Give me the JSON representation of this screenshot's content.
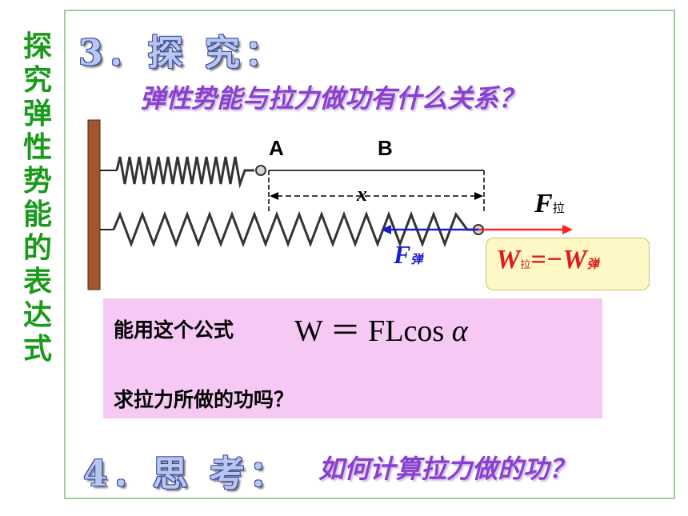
{
  "side_title": [
    "探",
    "究",
    "弹",
    "性",
    "势",
    "能",
    "的",
    "表",
    "达",
    "式"
  ],
  "section3": {
    "heading": "3．探 究：",
    "question": "弹性势能与拉力做功有什么关系？"
  },
  "diagram": {
    "point_a": "A",
    "point_b": "B",
    "displacement": "x",
    "pull_force": "F",
    "pull_force_sub": "拉",
    "spring_force": "F",
    "spring_force_sub": "弹",
    "work_relation": {
      "w1": "W",
      "w1_sub": "拉",
      "op": "=−",
      "w2": "W",
      "w2_sub": "弹"
    },
    "colors": {
      "wall": "#a3552f",
      "pull_arrow": "#ff2020",
      "spring_arrow": "#1a1ad0",
      "work_text": "#e01a1a"
    }
  },
  "box": {
    "formula_label": "能用这个公式",
    "formula": "W ＝ FLcos",
    "formula_alpha": "α",
    "question": "求拉力所做的功吗？"
  },
  "section4": {
    "heading": "4．思 考：",
    "question": "如何计算拉力做的功？"
  }
}
